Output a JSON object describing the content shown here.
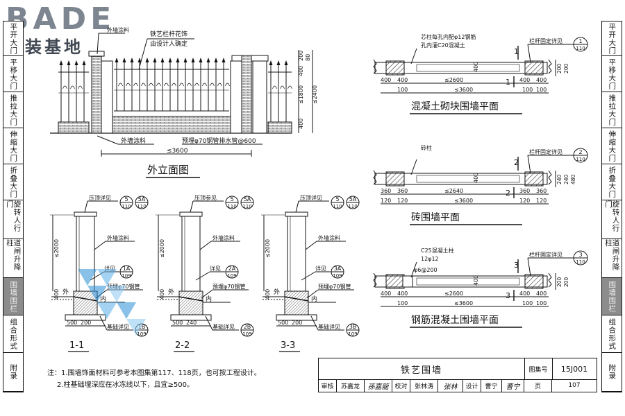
{
  "logo": {
    "brand": "BADE",
    "subtitle": "建装基地"
  },
  "left_tabs": [
    "平开大门",
    "平移大门",
    "推拉大门",
    "伸缩大门",
    "折叠大门",
    "旋转人行门",
    "道闸升降柱",
    "围墙围栏",
    "组合形式",
    "附录"
  ],
  "right_tabs": [
    "平开大门",
    "平移大门",
    "推拉大门",
    "伸缩大门",
    "折叠大门",
    "旋转人行门",
    "道闸升降柱",
    "围墙围栏",
    "组合形式",
    "附录"
  ],
  "active_tab": "围墙围栏",
  "elevation": {
    "title": "外立面图",
    "note_railing": "铁艺栏杆花饰",
    "note_design": "由设计人确定",
    "note_paint_top": "外墙涂料",
    "note_paint_bottom": "外墙涂料",
    "note_pipe": "预埋φ70钢管排水管@600",
    "dim_width": "≤3600",
    "dims_right": [
      "200",
      "80",
      "400",
      "≤1800",
      "≤2400",
      "400"
    ]
  },
  "sections": [
    {
      "label": "1-1",
      "cap": "压顶详见",
      "cap_ref": [
        "5",
        "110",
        "5A",
        "110"
      ],
      "paint": "外墙涂料",
      "pier_ref_label": "详见",
      "pier_ref": [
        "1A",
        "109"
      ],
      "pipe": "预埋φ70钢管",
      "base_label": "基础详见",
      "base_ref": [
        "1B",
        "109"
      ],
      "height": "≤2000",
      "dim_400": "400",
      "bottom_dims": [
        "500",
        "200"
      ],
      "outside": "外",
      "inside": "内"
    },
    {
      "label": "2-2",
      "cap": "压顶参见",
      "cap_ref": [
        "5",
        "110",
        "5A",
        "110"
      ],
      "paint": "外墙涂料",
      "pier_ref_label": "详见",
      "pier_ref": [
        "2A",
        "109"
      ],
      "pipe": "预埋φ70钢管",
      "base_label": "基础详见",
      "base_ref": [
        "2B",
        "109"
      ],
      "height": "≤2000",
      "dim_400": "400",
      "bottom_dims": [
        "500",
        "240"
      ],
      "outside": "外",
      "inside": "内"
    },
    {
      "label": "3-3",
      "cap": "压顶详见",
      "cap_ref": [
        "5",
        "110",
        "5A",
        "110"
      ],
      "paint": "外墙涂料",
      "pier_ref_label": "详见",
      "pier_ref": [
        "3A",
        "109"
      ],
      "pipe": "预埋φ70钢管",
      "base_label": "基础详见",
      "base_ref": [
        "3B",
        "109"
      ],
      "height": "≤2000",
      "dim_400": "400",
      "bottom_dims": [
        "500",
        "200"
      ],
      "outside": "外",
      "inside": "内"
    }
  ],
  "plans": [
    {
      "title": "混凝土砌块围墙平面",
      "note1": "芯柱每孔内配φ12钢筋",
      "note2": "孔内灌C20混凝土",
      "railing_ref": "栏杆固定详见",
      "ref": [
        "1",
        "110"
      ],
      "section_mark": "1",
      "top_dims": [
        "400",
        "400",
        "≤2600",
        "400",
        "400"
      ],
      "bottom_dims": [
        "100",
        "≤3600",
        "100",
        "100"
      ],
      "mid_dim": "400",
      "side_dims": [
        "200",
        "200"
      ]
    },
    {
      "title": "砖围墙平面",
      "note1": "砖柱",
      "railing_ref": "栏杆固定详见",
      "ref": [
        "2",
        "110"
      ],
      "section_mark": "2",
      "top_dims": [
        "360",
        "360",
        "≤2640",
        "360",
        "360"
      ],
      "bottom_dims": [
        "120",
        "120",
        "≤3600",
        "120",
        "120"
      ],
      "mid_dim": "400",
      "side_dims": [
        "240",
        "240",
        "480"
      ]
    },
    {
      "title": "钢筋混凝土围墙平面",
      "note1": "C25混凝土柱",
      "note2": "12φ12",
      "note3": "φ6@200",
      "railing_ref": "栏杆固定详见",
      "ref": [
        "3",
        "110"
      ],
      "section_mark": "3",
      "top_dims": [
        "400",
        "400",
        "≤2600",
        "400",
        "400"
      ],
      "bottom_dims": [
        "100",
        "≤3600",
        "100",
        "100"
      ],
      "mid_dim": "400",
      "side_dims": [
        "200",
        "200"
      ]
    }
  ],
  "notes": {
    "line1": "注：1.围墙饰面材料可参考本图集第117、118页，也可按工程设计。",
    "line2": "2.柱基础埋深应在冰冻线以下，且宜≥500。"
  },
  "title_block": {
    "title": "铁艺围墙",
    "atlas_label": "图集号",
    "atlas_no": "15J001",
    "review_label": "审核",
    "reviewer": "苏嘉龙",
    "reviewer_sig": "孫嘉龍",
    "check_label": "校对",
    "checker": "张林涛",
    "checker_sig": "张林",
    "design_label": "设计",
    "designer": "曹宁",
    "designer_sig": "曹宁",
    "page_label": "页",
    "page_no": "107"
  },
  "colors": {
    "line": "#111111",
    "hatch": "#333333",
    "watermark": "#2a8fd6",
    "active_tab": "#8c8c8c"
  }
}
